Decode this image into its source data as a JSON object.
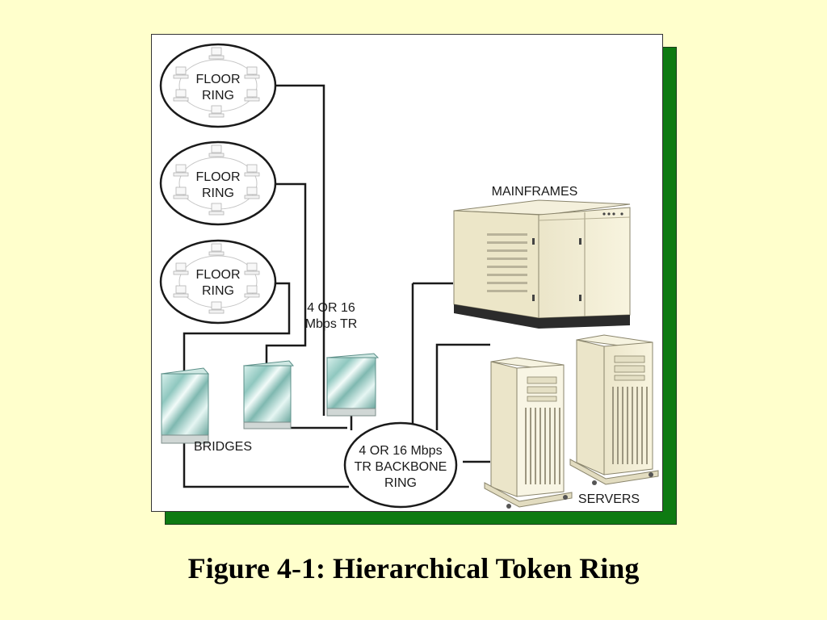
{
  "figure": {
    "caption": "Figure 4-1: Hierarchical Token Ring",
    "colors": {
      "background": "#FFFFCC",
      "shadow": "#0E7A12",
      "panel": "#FFFFFF"
    }
  },
  "diagram": {
    "floor_rings": [
      {
        "line1": "FLOOR",
        "line2": "RING"
      },
      {
        "line1": "FLOOR",
        "line2": "RING"
      },
      {
        "line1": "FLOOR",
        "line2": "RING"
      }
    ],
    "link_label": {
      "line1": "4 OR 16",
      "line2": "Mbps TR"
    },
    "bridges_label": "BRIDGES",
    "backbone": {
      "line1": "4 OR 16 Mbps",
      "line2": "TR BACKBONE",
      "line3": "RING"
    },
    "mainframes_label": "MAINFRAMES",
    "servers_label": "SERVERS"
  }
}
